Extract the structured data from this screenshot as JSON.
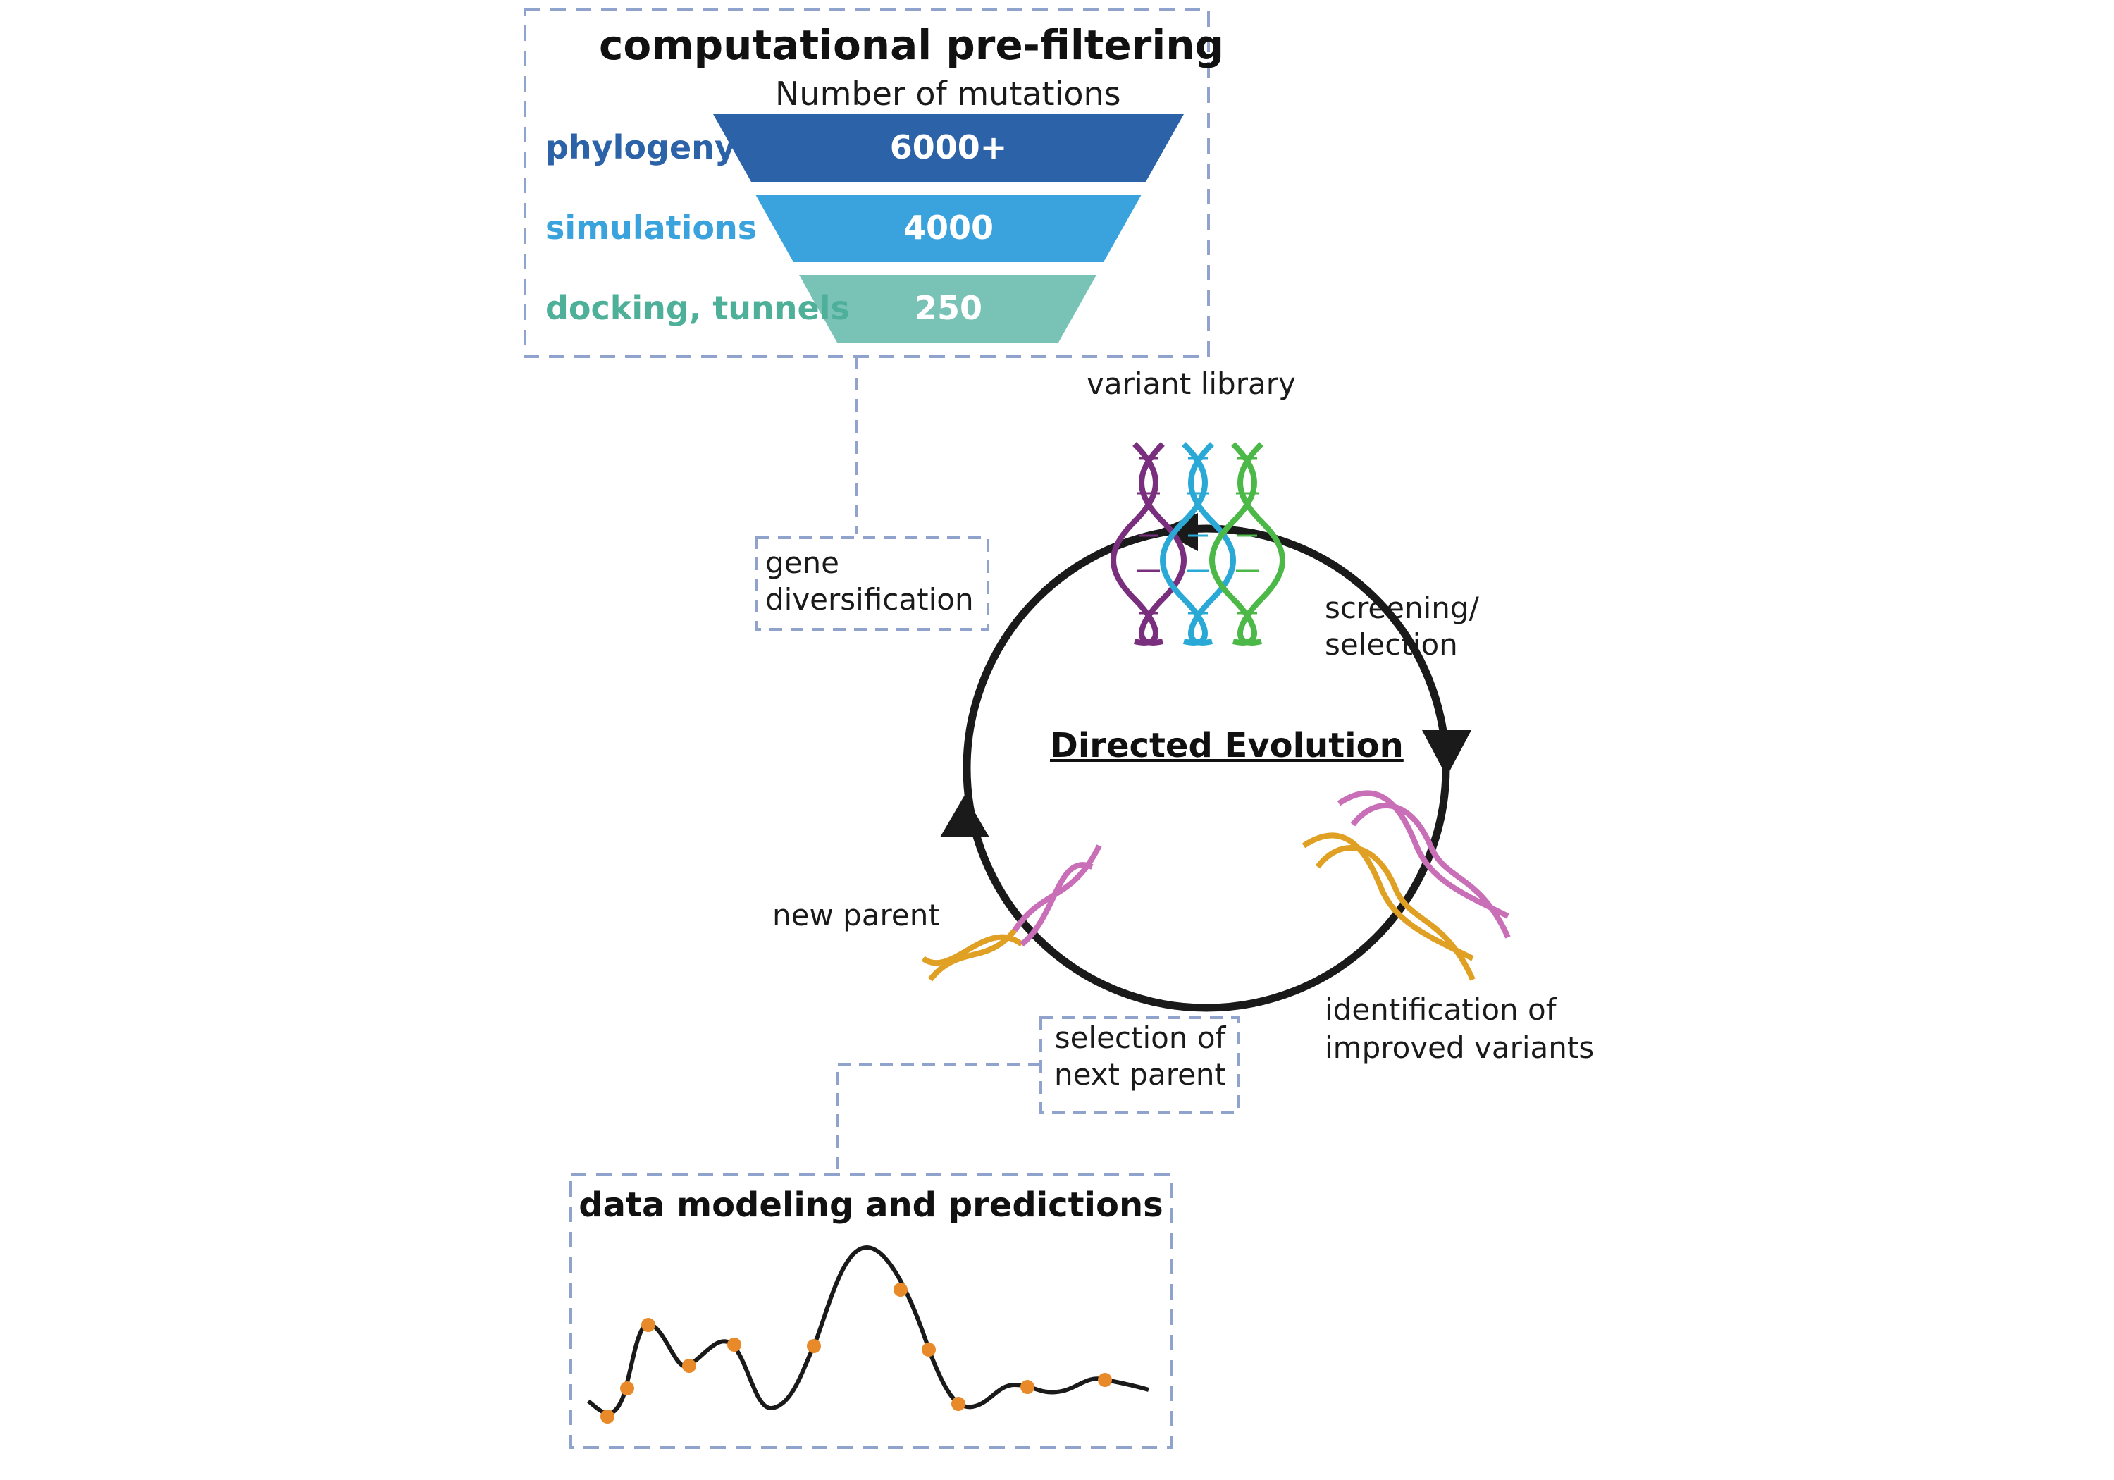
{
  "prefilter": {
    "title": "computational pre-filtering",
    "subtitle": "Number of mutations",
    "stages": [
      {
        "label": "phylogeny",
        "value": "6000+",
        "color": "#2b62a8",
        "label_color": "#2b62a8"
      },
      {
        "label": "simulations",
        "value": "4000",
        "color": "#3aa2dd",
        "label_color": "#3aa2dd"
      },
      {
        "label": "docking, tunnels",
        "value": "250",
        "color": "#78c2b6",
        "label_color": "#4fb09a"
      }
    ]
  },
  "cycle": {
    "title": "Directed Evolution",
    "variant_library": "variant library",
    "gene_line1": "gene",
    "gene_line2": "diversification",
    "screening_line1": "screening/",
    "screening_line2": "selection",
    "identification_line1": "identification of",
    "identification_line2": "improved variants",
    "new_parent": "new parent",
    "selection_line1": "selection of",
    "selection_line2": "next parent"
  },
  "modeling": {
    "title": "data modeling and predictions"
  },
  "colors": {
    "dash_border": "#8fa3cc",
    "cycle_stroke": "#1a1a1a",
    "data_point": "#e88a2a",
    "dna_purple": "#7a2f7e",
    "dna_blue": "#2aa9d6",
    "dna_green": "#4cb848",
    "dna_pink": "#c86fb7",
    "dna_orange": "#e0a024"
  }
}
